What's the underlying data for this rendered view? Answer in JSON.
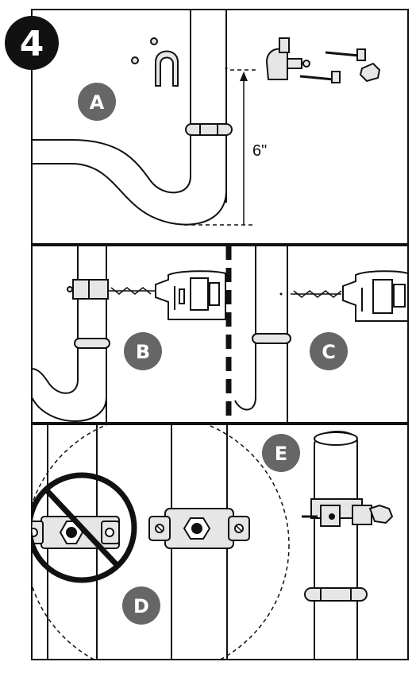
{
  "step": {
    "number": "4"
  },
  "panels": {
    "top": {
      "label": "A",
      "measurement": "6\""
    },
    "middle_left": {
      "label": "B"
    },
    "middle_right": {
      "label": "C"
    },
    "bottom_left": {
      "label": "D"
    },
    "bottom_right": {
      "label": "E"
    }
  },
  "colors": {
    "badge": "#666666",
    "step_badge": "#111111",
    "line": "#111111",
    "metal": "#e6e6e6"
  }
}
